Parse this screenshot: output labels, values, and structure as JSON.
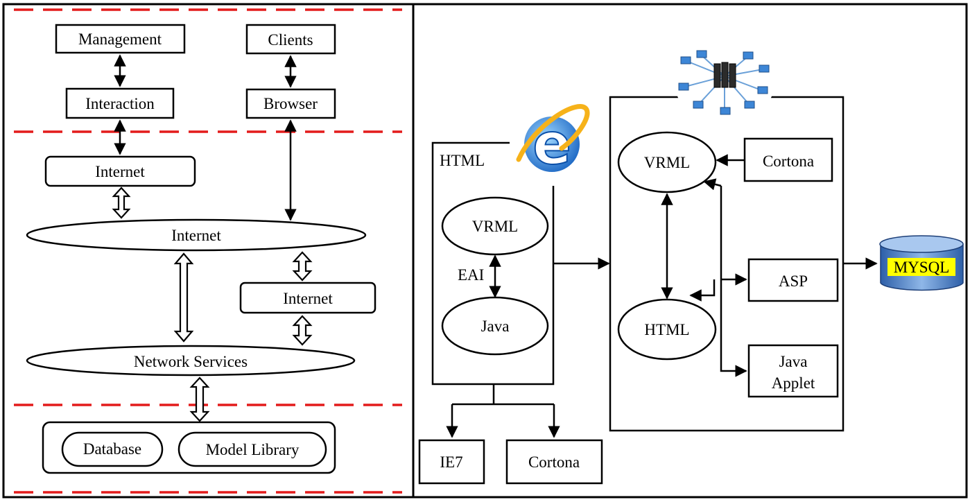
{
  "left_panel": {
    "management": "Management",
    "clients": "Clients",
    "interaction": "Interaction",
    "browser": "Browser",
    "internet_upper": "Internet",
    "internet_main": "Internet",
    "internet_side": "Internet",
    "network_services": "Network Services",
    "database": "Database",
    "model_library": "Model Library"
  },
  "right_panel": {
    "html_container": "HTML",
    "vrml_left": "VRML",
    "eai": "EAI",
    "java": "Java",
    "ie7": "IE7",
    "cortona_bottom": "Cortona",
    "vrml_right": "VRML",
    "cortona_right": "Cortona",
    "html_right": "HTML",
    "asp": "ASP",
    "java_applet_line1": "Java",
    "java_applet_line2": "Applet",
    "mysql": "MYSQL"
  },
  "colors": {
    "separator": "#e31b1b",
    "ie_logo": "#1f78d1",
    "mysql_highlight": "#ffff00"
  },
  "icons": [
    "ie-logo-icon",
    "server-network-icon",
    "database-cylinder-icon"
  ]
}
